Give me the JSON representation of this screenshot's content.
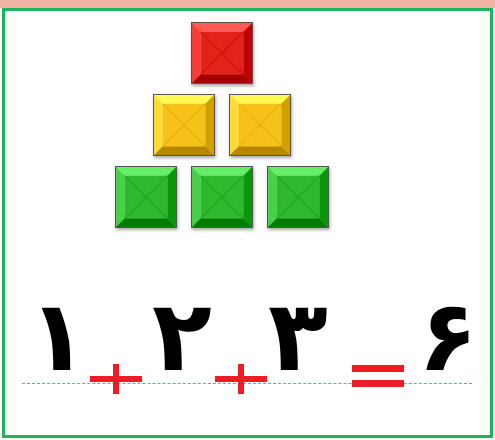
{
  "colors": {
    "frame": "#1fb35e",
    "top_strip": "#f2b3a6",
    "red_block": "#e2231a",
    "yellow_block": "#f6c21a",
    "green_block": "#2db82d",
    "operator": "#ee1c24",
    "baseline": "#6f9ad8"
  },
  "pyramid": {
    "rows": [
      {
        "color": "red",
        "count": 1
      },
      {
        "color": "yellow",
        "count": 2
      },
      {
        "color": "green",
        "count": 3
      }
    ]
  },
  "equation": {
    "term1": "۱",
    "op1": "plus",
    "term2": "۲",
    "op2": "plus",
    "term3": "۳",
    "op3": "equals",
    "result": "۶"
  }
}
